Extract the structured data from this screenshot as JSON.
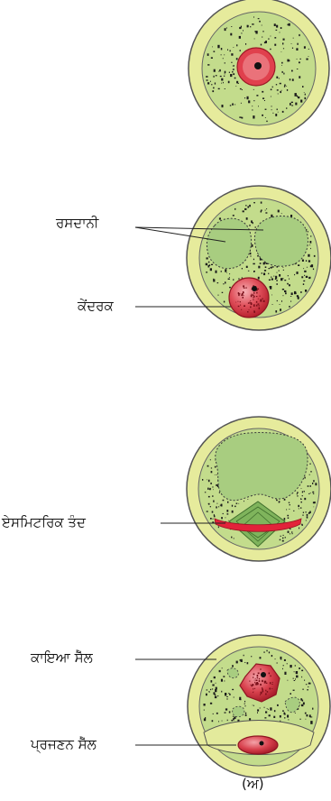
{
  "figure": {
    "labels": {
      "vacuole": "ਰਸਦਾਨੀ",
      "nucleus": "ਕੇਂਦਰਕ",
      "asymmetric_spindle": "ਏਸਮਿਟਰਿਕ ਤੰਦ",
      "vegetative_cell": "ਕਾਇਆ ਸੈੱਲ",
      "generative_cell": "ਪ੍ਰਜਣਨ ਸੈੱਲ"
    },
    "caption": "(ਅ)",
    "colors": {
      "cell_wall": "#e8eda0",
      "wall_outline": "#555555",
      "cytoplasm": "#bfd98a",
      "vacuole": "#a9cf83",
      "nucleus_red": "#d9404c",
      "nucleus_light": "#f08a8f",
      "spindle_green": "#7fb45c",
      "speckle": "#1b1b1b"
    }
  }
}
